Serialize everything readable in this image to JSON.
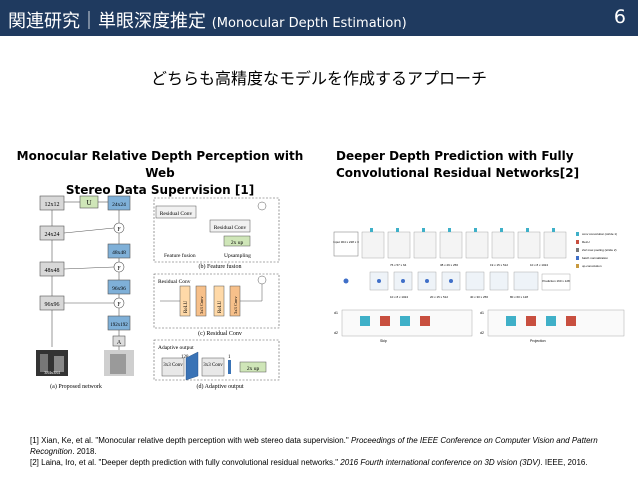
{
  "header": {
    "title": "関連研究｜単眼深度推定",
    "subtitle": "(Monocular Depth Estimation)",
    "page_number": "6"
  },
  "lead": "どちらも高精度なモデルを作成するアプローチ",
  "left": {
    "title_line1": "Monocular Relative Depth Perception with Web",
    "title_line2": "Stereo Data Supervision [1]",
    "figure": {
      "scales": [
        "12x12",
        "24x24",
        "48x48",
        "96x96"
      ],
      "right_scales": [
        "24x24",
        "48x48",
        "96x96",
        "192x192"
      ],
      "u_label": "U",
      "f_label": "F",
      "a_label": "A",
      "image_size": "384x384",
      "caption_a": "(a) Proposed network",
      "caption_b": "(b) Feature fusion",
      "caption_c": "(c) Residual Conv",
      "caption_d": "(d) Adaptive output",
      "residual_conv": "Residual Conv",
      "feature_fusion": "Feature fusion",
      "upsampling": "Upsampling",
      "two_x_up": "2x up",
      "relu": "ReLU",
      "conv": "3x3 Conv",
      "adaptive_output": "Adaptive output",
      "conv_128": "128",
      "conv_a": "3x3 Conv",
      "conv_b": "3x3 Conv",
      "one": "1"
    }
  },
  "right": {
    "title_line1": "Deeper Depth Prediction with Fully",
    "title_line2": "Convolutional Residual Networks[2]",
    "figure": {
      "input": "Input 304 x 228 x 3",
      "prediction": "Prediction 160 x 128",
      "legend": [
        "conv convolution (stride 1)",
        "ReLU",
        "2x2 max pooling (stride 2)",
        "batch normalization",
        "up-convolution"
      ],
      "d1": "d1",
      "d2": "d2",
      "sizes_top": [
        "76 x 57 x 64",
        "38 x 29 x 256",
        "19 x 15 x 512",
        "10 x 8 x 1024",
        "10 x 8 x 2048"
      ],
      "sizes_bottom": [
        "10 x 8 x 1024",
        "20 x 15 x 512",
        "40 x 30 x 256",
        "80 x 60 x 128",
        "160 x 128 x 64"
      ],
      "skip": "Skip",
      "projection": "Projection"
    }
  },
  "references": {
    "r1_plain": "[1] Xian, Ke, et al. \"Monocular relative depth perception with web stereo data supervision.\" ",
    "r1_italic": "Proceedings of the IEEE Conference on Computer Vision and Pattern Recognition",
    "r1_tail": ". 2018.",
    "r2_plain": "[2] Laina, Iro, et al. \"Deeper depth prediction with fully convolutional residual networks.\" ",
    "r2_italic": "2016 Fourth international conference on 3D vision (3DV)",
    "r2_tail": ". IEEE, 2016."
  }
}
